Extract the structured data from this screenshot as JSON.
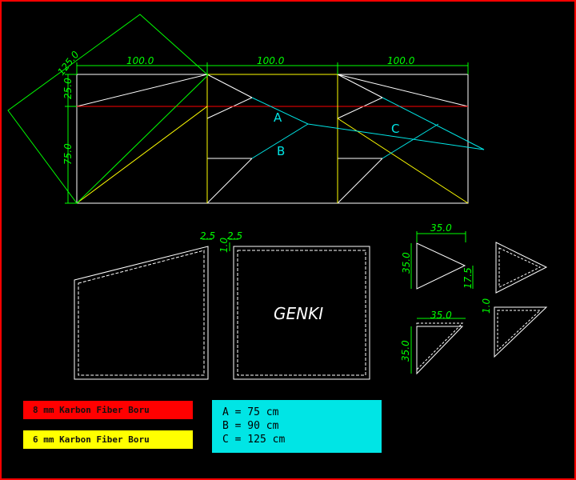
{
  "dimensions": {
    "d125": "125.0",
    "d100a": "100.0",
    "d100b": "100.0",
    "d100c": "100.0",
    "d25": "25.0",
    "d75": "75.0",
    "d2_5a": "2.5",
    "d2_5b": "2.5",
    "d1_0a": "1.0",
    "d35a": "35.0",
    "d35b": "35.0",
    "d17_5": "17.5",
    "d35c": "35.0",
    "d35d": "35.0",
    "d1_0b": "1.0"
  },
  "labels": {
    "a": "A",
    "b": "B",
    "c": "C",
    "genki": "GENKI"
  },
  "legend": {
    "red": "8 mm Karbon Fiber Boru",
    "yellow": "6 mm Karbon Fiber Boru"
  },
  "lengths": {
    "a": "A = 75 cm",
    "b": "B = 90 cm",
    "c": "C = 125 cm"
  },
  "colors": {
    "background": "#000000",
    "frame": "#ff0000",
    "dimension": "#00ff00",
    "carbon_8mm": "#ff0000",
    "carbon_6mm": "#ffff00",
    "cyan_rod": "#00e5e5"
  }
}
